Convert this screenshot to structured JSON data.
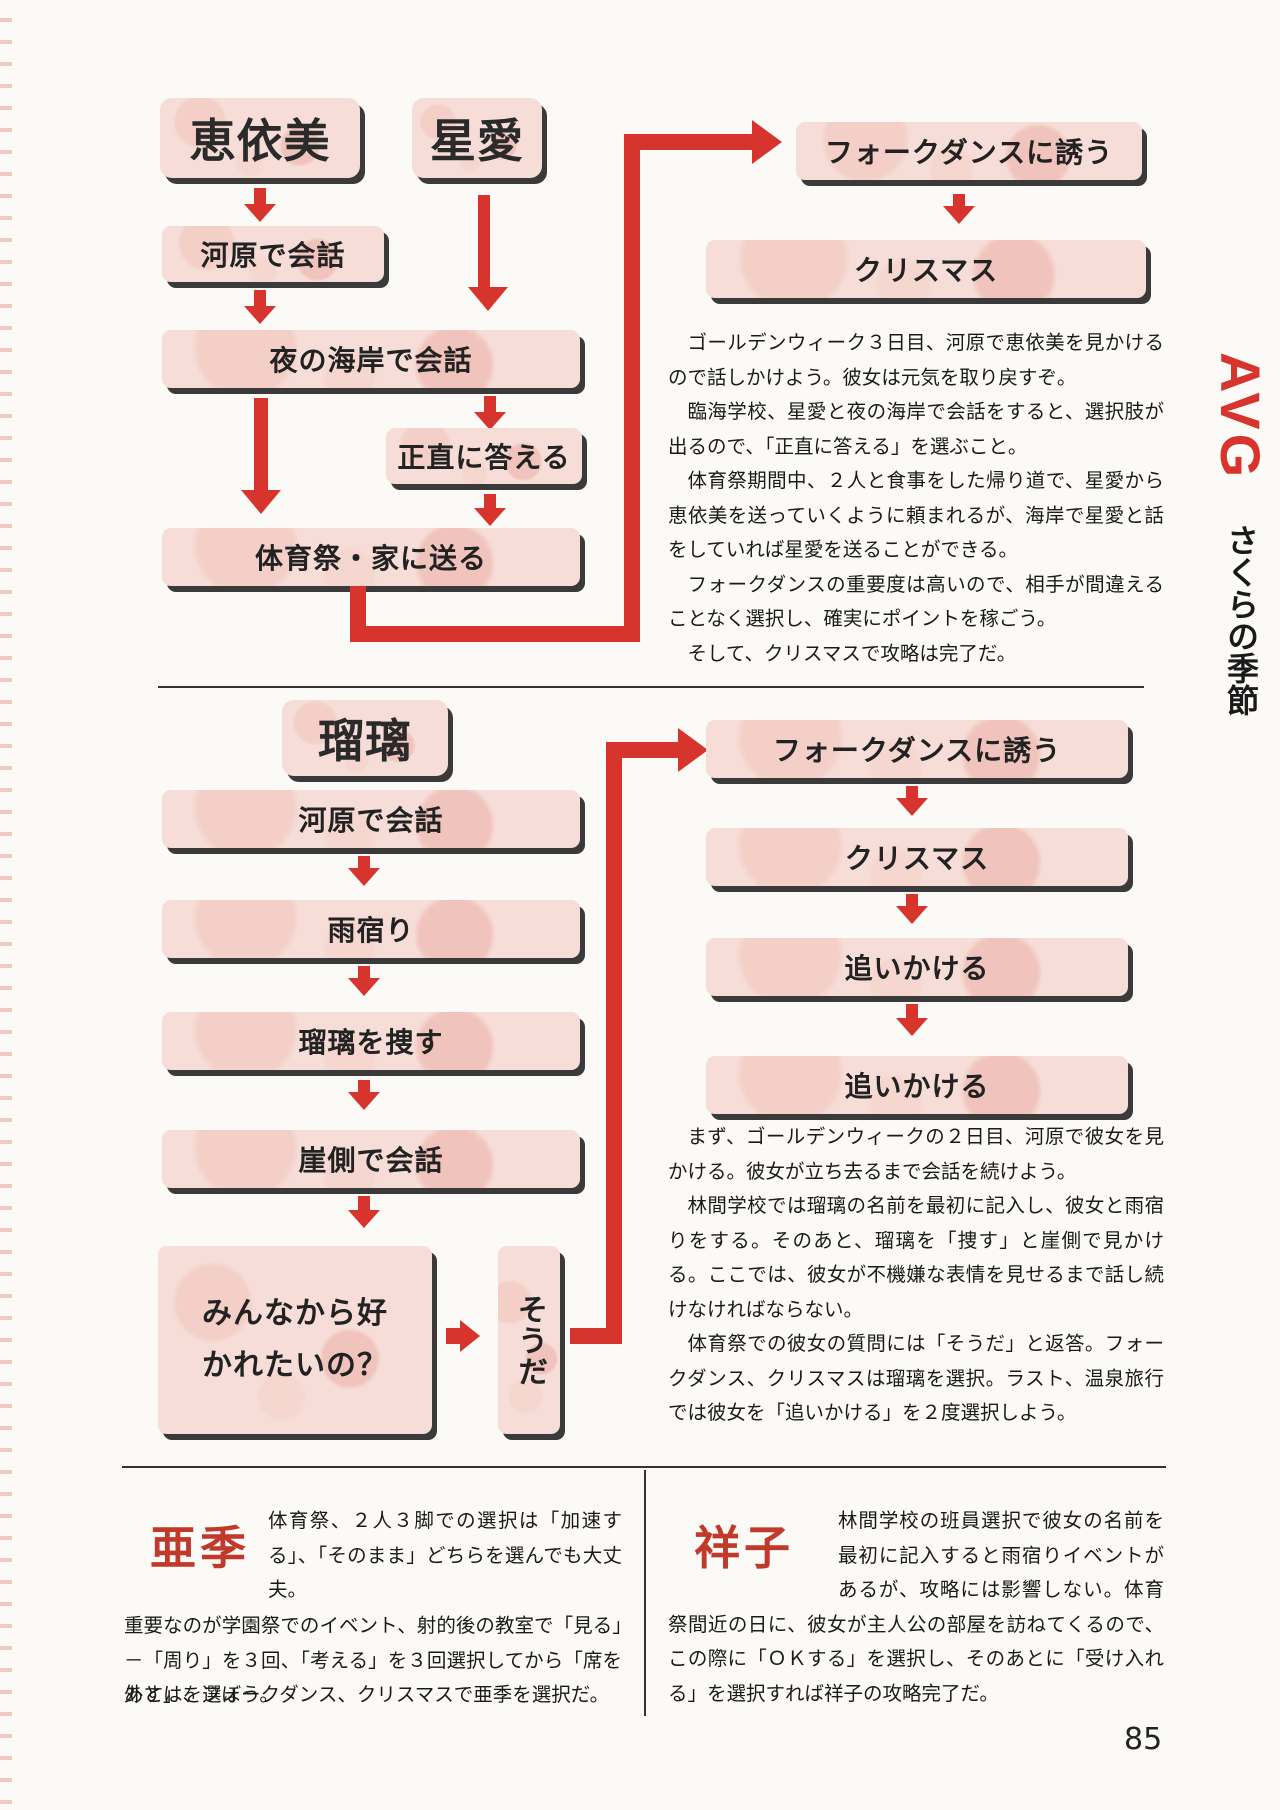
{
  "side_title": {
    "main": "AVG",
    "sub": "さくらの季節"
  },
  "page_number": "85",
  "section1": {
    "names": [
      "恵依美",
      "星愛"
    ],
    "flow": {
      "kawara": "河原で会話",
      "kaigan": "夜の海岸で会話",
      "shoujiki": "正直に答える",
      "taiikusai": "体育祭・家に送る",
      "folk": "フォークダンスに誘う",
      "xmas": "クリスマス"
    },
    "paragraphs": [
      "ゴールデンウィーク３日目、河原で恵依美を見かけるので話しかけよう。彼女は元気を取り戻すぞ。",
      "臨海学校、星愛と夜の海岸で会話をすると、選択肢が出るので、「正直に答える」を選ぶこと。",
      "体育祭期間中、２人と食事をした帰り道で、星愛から恵依美を送っていくように頼まれるが、海岸で星愛と話をしていれば星愛を送ることができる。",
      "フォークダンスの重要度は高いので、相手が間違えることなく選択し、確実にポイントを稼ごう。",
      "そして、クリスマスで攻略は完了だ。"
    ]
  },
  "section2": {
    "name": "瑠璃",
    "flow": {
      "kawara": "河原で会話",
      "amayadori": "雨宿り",
      "sagasu": "瑠璃を捜す",
      "gake": "崖側で会話",
      "question_line1": "みんなから好",
      "question_line2": "かれたいの？",
      "souda": "そうだ",
      "folk": "フォークダンスに誘う",
      "xmas": "クリスマス",
      "oikakeru1": "追いかける",
      "oikakeru2": "追いかける"
    },
    "paragraphs": [
      "まず、ゴールデンウィークの２日目、河原で彼女を見かける。彼女が立ち去るまで会話を続けよう。",
      "林間学校では瑠璃の名前を最初に記入し、彼女と雨宿りをする。そのあと、瑠璃を「捜す」と崖側で見かける。ここでは、彼女が不機嫌な表情を見せるまで話し続けなければならない。",
      "体育祭での彼女の質問には「そうだ」と返答。フォークダンス、クリスマスは瑠璃を選択。ラスト、温泉旅行では彼女を「追いかける」を２度選択しよう。"
    ]
  },
  "section3": {
    "aki": {
      "name": "亜季",
      "text_head": "体育祭、２人３脚での選択は「加速する」、「そのまま」どちらを選んでも大丈夫。",
      "text_body": "重要なのが学園祭でのイベント、射的後の教室で「見る」－「周り」を３回、「考える」を３回選択してから「席を外す」を選ぼう。",
      "text_tail": "あとは、フォークダンス、クリスマスで亜季を選択だ。"
    },
    "shouko": {
      "name": "祥子",
      "text": "林間学校の班員選択で彼女の名前を最初に記入すると雨宿りイベントがあるが、攻略には影響しない。体育祭間近の日に、彼女が主人公の部屋を訪ねてくるので、この際に「ＯＫする」を選択し、そのあとに「受け入れる」を選択すれば祥子の攻略完了だ。"
    }
  }
}
